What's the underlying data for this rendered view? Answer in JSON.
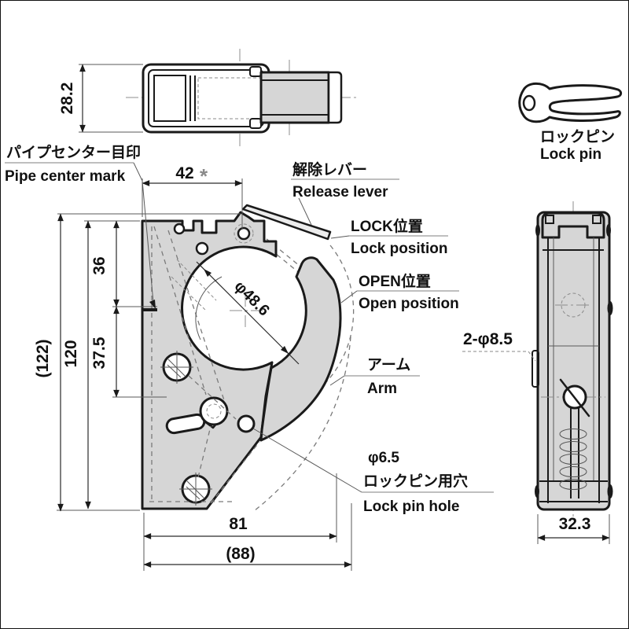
{
  "colors": {
    "line": "#1a1a1a",
    "part_fill": "#d6d6d6",
    "background": "#ffffff",
    "leader": "#5a5a5a",
    "note_mark": "#8a8a8a"
  },
  "top_view": {
    "dim_height": "28.2"
  },
  "lock_pin": {
    "label_jp": "ロックピン",
    "label_en": "Lock pin"
  },
  "front_view": {
    "dim_width_top": "42",
    "dim_width_top_note": "*",
    "dim_pipe_center_offset": "36",
    "dim_lever_offset": "37.5",
    "dim_height": "120",
    "dim_height_overall": "(122)",
    "dim_bore": "φ48.6",
    "dim_width_bottom": "81",
    "dim_width_overall": "(88)",
    "labels": {
      "pipe_center_jp": "パイプセンター目印",
      "pipe_center_en": "Pipe center mark",
      "release_lever_jp": "解除レバー",
      "release_lever_en": "Release lever",
      "lock_position_jp": "LOCK位置",
      "lock_position_en": "Lock position",
      "open_position_jp": "OPEN位置",
      "open_position_en": "Open position",
      "arm_jp": "アーム",
      "arm_en": "Arm",
      "lock_pin_hole_dia": "φ6.5",
      "lock_pin_hole_jp": "ロックピン用穴",
      "lock_pin_hole_en": "Lock pin hole"
    }
  },
  "side_view": {
    "dim_width": "32.3",
    "dim_holes": "2-φ8.5"
  }
}
